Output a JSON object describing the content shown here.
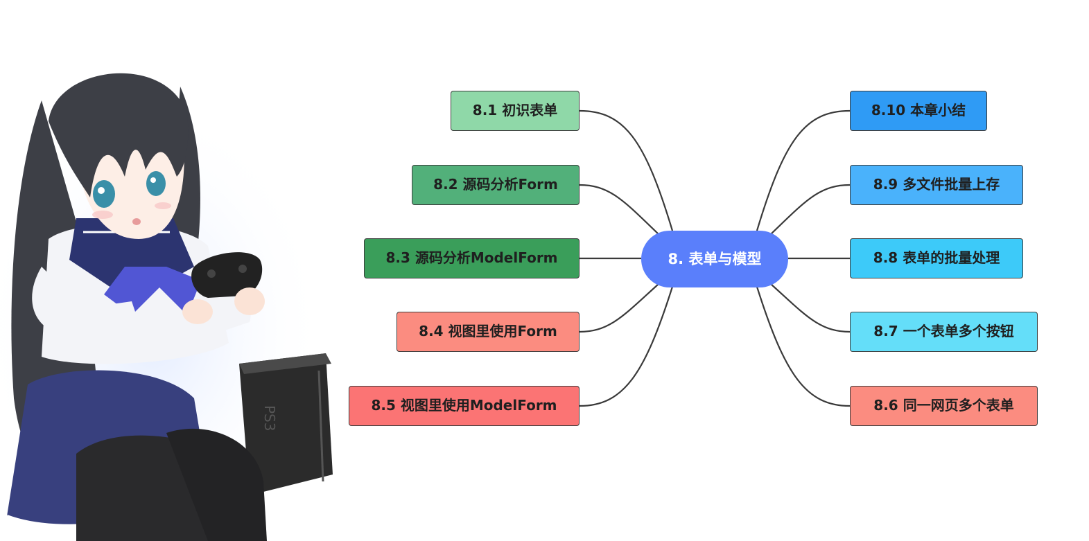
{
  "mindmap": {
    "center": {
      "label": "8. 表单与模型",
      "color": "#5a7ffb"
    },
    "left_branches": [
      {
        "label": "8.1 初识表单",
        "color": "#8fd8a8"
      },
      {
        "label": "8.2 源码分析Form",
        "color": "#52b07a"
      },
      {
        "label": "8.3 源码分析ModelForm",
        "color": "#3a9e5a"
      },
      {
        "label": "8.4 视图里使用Form",
        "color": "#fb8c80"
      },
      {
        "label": "8.5 视图里使用ModelForm",
        "color": "#fb7474"
      }
    ],
    "right_branches": [
      {
        "label": "8.10 本章小结",
        "color": "#2f9bf5"
      },
      {
        "label": "8.9 多文件批量上存",
        "color": "#4ab2fb"
      },
      {
        "label": "8.8 表单的批量处理",
        "color": "#3dcaf9"
      },
      {
        "label": "8.7 一个表单多个按钮",
        "color": "#64def9"
      },
      {
        "label": "8.6 同一网页多个表单",
        "color": "#fb8c80"
      }
    ]
  },
  "illustration": {
    "subject": "anime girl in sailor uniform holding a game controller",
    "console_label": "PS3",
    "colors": {
      "hair": "#3d3f46",
      "uniform_collar": "#2c3470",
      "skirt": "#38407e",
      "bow": "#5156d4",
      "tights": "#2a2a2c",
      "console": "#2b2b2b"
    }
  }
}
